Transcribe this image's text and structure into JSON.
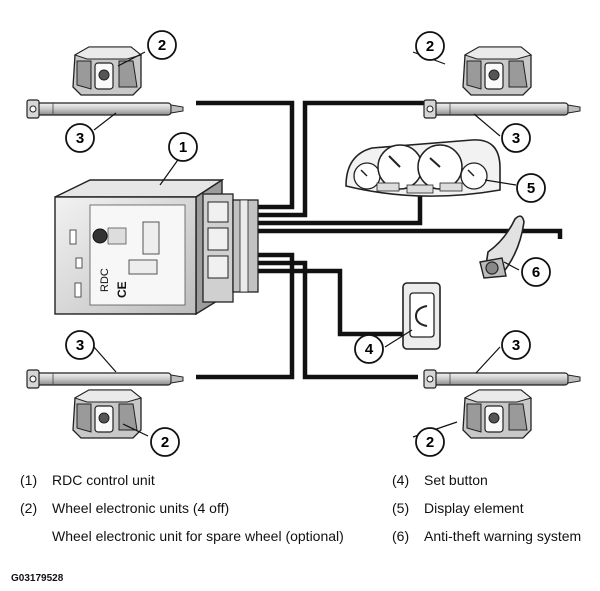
{
  "callouts": {
    "c1": "1",
    "c2": "2",
    "c3": "3",
    "c4": "4",
    "c5": "5",
    "c6": "6"
  },
  "control_unit": {
    "label_rdc": "RDC",
    "mark_ce": "CE"
  },
  "legend": [
    {
      "num": "(1)",
      "text": "RDC control unit"
    },
    {
      "num": "(2)",
      "text": "Wheel electronic units (4 off)"
    },
    {
      "num": "",
      "text": "Wheel electronic unit for spare wheel (optional)"
    },
    {
      "num": "(4)",
      "text": "Set button"
    },
    {
      "num": "(5)",
      "text": "Display element"
    },
    {
      "num": "(6)",
      "text": "Anti-theft warning system"
    }
  ],
  "figure_code": "G03179528"
}
